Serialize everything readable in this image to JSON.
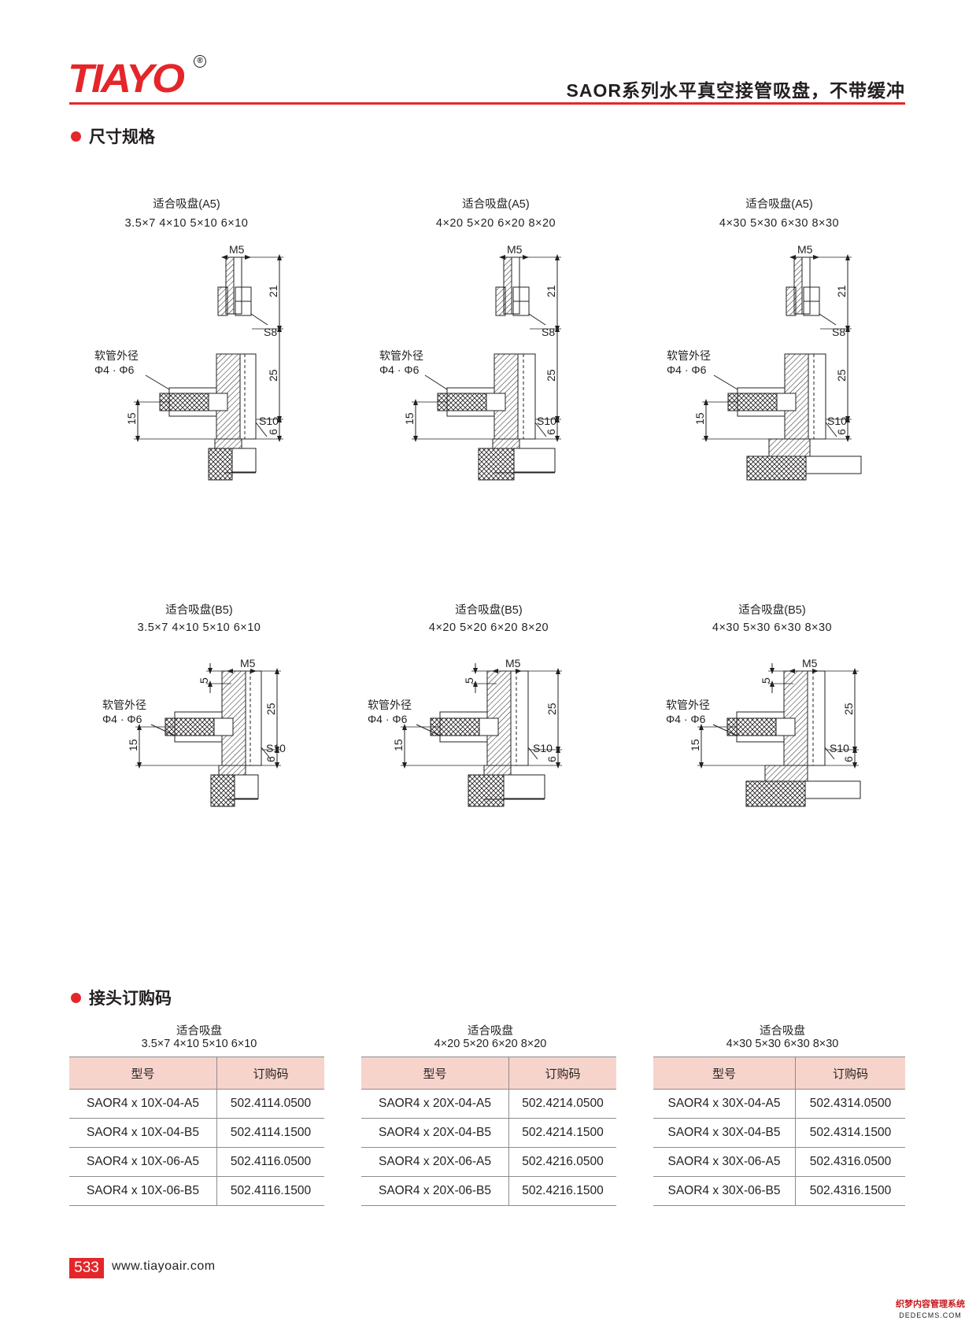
{
  "brand": {
    "logo": "TIAYO",
    "registered": "®"
  },
  "header": {
    "title": "SAOR系列水平真空接管吸盘，不带缓冲"
  },
  "sections": {
    "dimensions": "尺寸规格",
    "order_codes": "接头订购码"
  },
  "drawing_labels": {
    "thread": "M5",
    "hex_s8": "S8",
    "hex_s10": "S10",
    "hose_od": "软管外径",
    "hose_sizes": "Φ4 · Φ6",
    "dim_21": "21",
    "dim_25": "25",
    "dim_15": "15",
    "dim_6": "6",
    "dim_5": "5"
  },
  "drawings": [
    {
      "fit": "适合吸盘(A5)",
      "sizes": "3.5×7  4×10  5×10  6×10"
    },
    {
      "fit": "适合吸盘(A5)",
      "sizes": "4×20  5×20  6×20  8×20"
    },
    {
      "fit": "适合吸盘(A5)",
      "sizes": "4×30  5×30  6×30  8×30"
    },
    {
      "fit": "适合吸盘(B5)",
      "sizes": "3.5×7  4×10  5×10  6×10"
    },
    {
      "fit": "适合吸盘(B5)",
      "sizes": "4×20  5×20  6×20  8×20"
    },
    {
      "fit": "适合吸盘(B5)",
      "sizes": "4×30  5×30  6×30  8×30"
    }
  ],
  "tables": [
    {
      "fit": "适合吸盘",
      "sizes": "3.5×7  4×10  5×10  6×10",
      "headers": [
        "型号",
        "订购码"
      ],
      "rows": [
        [
          "SAOR4 x 10X-04-A5",
          "502.4114.0500"
        ],
        [
          "SAOR4 x 10X-04-B5",
          "502.4114.1500"
        ],
        [
          "SAOR4 x 10X-06-A5",
          "502.4116.0500"
        ],
        [
          "SAOR4 x 10X-06-B5",
          "502.4116.1500"
        ]
      ]
    },
    {
      "fit": "适合吸盘",
      "sizes": "4×20  5×20  6×20  8×20",
      "headers": [
        "型号",
        "订购码"
      ],
      "rows": [
        [
          "SAOR4 x 20X-04-A5",
          "502.4214.0500"
        ],
        [
          "SAOR4 x 20X-04-B5",
          "502.4214.1500"
        ],
        [
          "SAOR4 x 20X-06-A5",
          "502.4216.0500"
        ],
        [
          "SAOR4 x 20X-06-B5",
          "502.4216.1500"
        ]
      ]
    },
    {
      "fit": "适合吸盘",
      "sizes": "4×30  5×30  6×30  8×30",
      "headers": [
        "型号",
        "订购码"
      ],
      "rows": [
        [
          "SAOR4 x 30X-04-A5",
          "502.4314.0500"
        ],
        [
          "SAOR4 x 30X-04-B5",
          "502.4314.1500"
        ],
        [
          "SAOR4 x 30X-06-A5",
          "502.4316.0500"
        ],
        [
          "SAOR4 x 30X-06-B5",
          "502.4316.1500"
        ]
      ]
    }
  ],
  "footer": {
    "page": "533",
    "url": "www.tiayoair.com"
  },
  "watermark": {
    "line1": "织梦内容管理系统",
    "line2": "DEDECMS.COM"
  },
  "colors": {
    "accent": "#e4262a",
    "table_header": "#f7d4cb",
    "text": "#231f20"
  }
}
